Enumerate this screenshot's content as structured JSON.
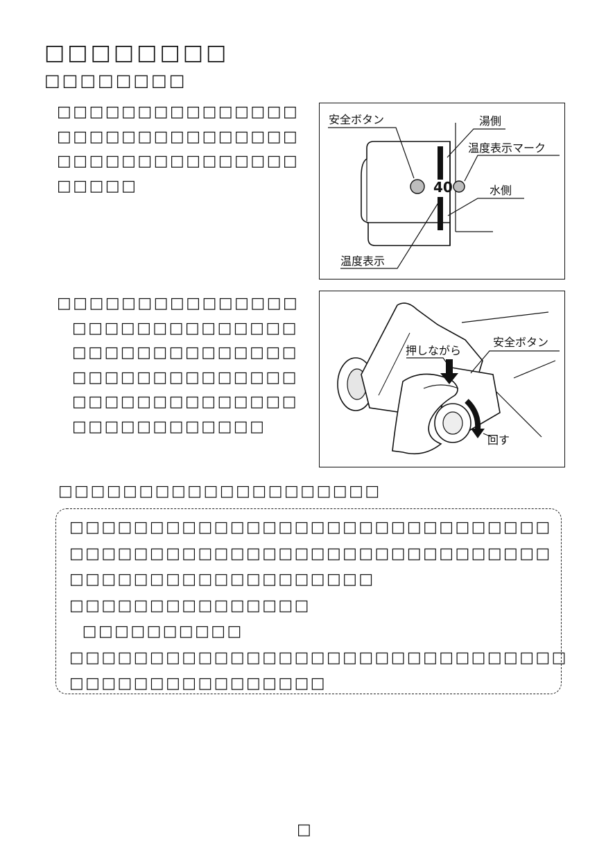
{
  "heading": {
    "title": "□□□□□□□□",
    "subtitle": "□□□□□□□□"
  },
  "section1": {
    "lines": [
      "□□□□□□□□□□□□□□□",
      "□□□□□□□□□□□□□□□",
      "□□□□□□□□□□□□□□□",
      "□□□□□"
    ]
  },
  "figure1": {
    "labels": {
      "safety_button": "安全ボタン",
      "hot_side": "湯側",
      "temperature_mark": "温度表示マーク",
      "cold_side": "水側",
      "temperature_display": "温度表示",
      "dial_value": "40"
    }
  },
  "section2": {
    "lines": [
      "□□□□□□□□□□□□□□□",
      "□□□□□□□□□□□□□□",
      "□□□□□□□□□□□□□□",
      "□□□□□□□□□□□□□□",
      "□□□□□□□□□□□□□□",
      "□□□□□□□□□□□□"
    ]
  },
  "figure2": {
    "labels": {
      "pressing": "押しながら",
      "safety_button": "安全ボタン",
      "rotate": "回す"
    }
  },
  "notice": {
    "heading": "□□□□□□□□□□□□□□□□□□□□",
    "lines": [
      "□□□□□□□□□□□□□□□□□□□□□□□□□□□□□□",
      "□□□□□□□□□□□□□□□□□□□□□□□□□□□□□□",
      "□□□□□□□□□□□□□□□□□□□",
      "□□□□□□□□□□□□□□□",
      "  □□□□□□□□□□",
      "□□□□□□□□□□□□□□□□□□□□□□□□□□□□□□□",
      "□□□□□□□□□□□□□□□□"
    ]
  },
  "footer": {
    "page_number": "□"
  }
}
